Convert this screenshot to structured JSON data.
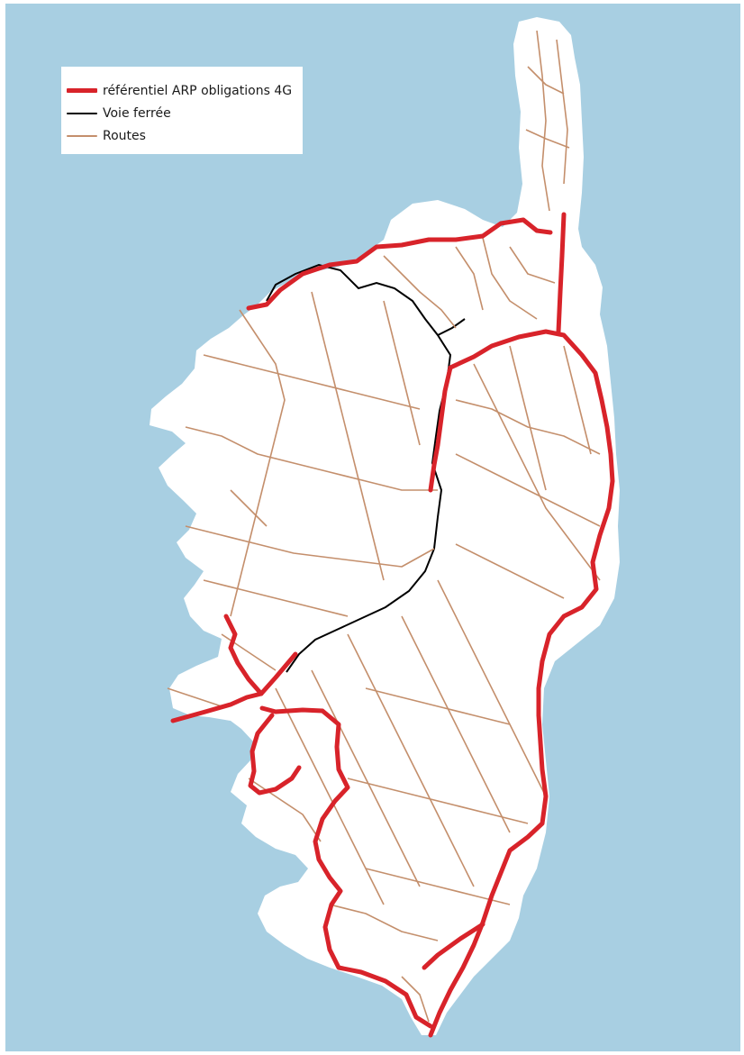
{
  "map": {
    "colors": {
      "sea": "#a8cfe2",
      "land": "#ffffff",
      "arp": "#d8232a",
      "rail": "#000000",
      "roads": "#c48f6c"
    }
  },
  "legend": {
    "items": [
      {
        "label": "référentiel ARP obligations 4G",
        "color": "#d8232a",
        "swatch": "thick-line"
      },
      {
        "label": "Voie ferrée",
        "color": "#000000",
        "swatch": "thin-line"
      },
      {
        "label": "Routes",
        "color": "#c48f6c",
        "swatch": "thin-line"
      }
    ]
  }
}
